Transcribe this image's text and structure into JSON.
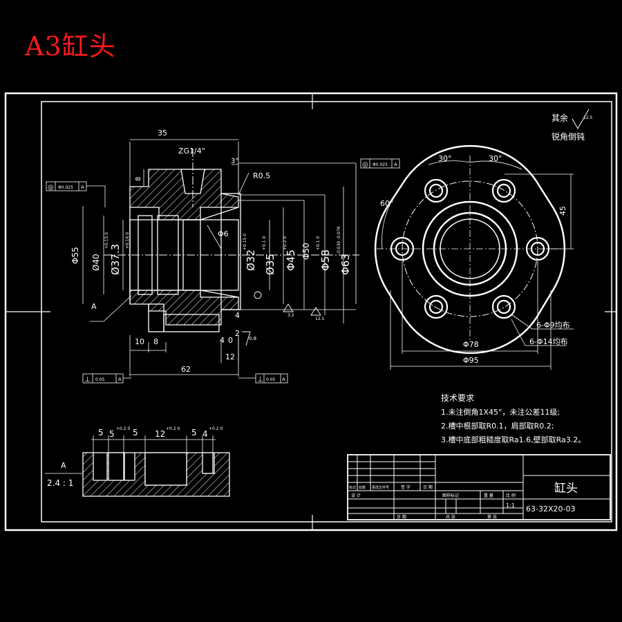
{
  "sheet_title": "A3缸头",
  "surface": {
    "label": "其余",
    "ra": "12.5",
    "note": "锐角倒钝"
  },
  "dimensions": {
    "d35": "35",
    "d8": "8",
    "zg": "ZG1/4\"",
    "ang3": "3°",
    "r05": "R0.5",
    "phi55": "Φ55",
    "phi40": "Ø40",
    "tol40": "+0.15 0",
    "phi37": "Ø37.3",
    "tol37": "+0.16 0",
    "phi6": "Φ6",
    "phi32": "Ø32",
    "tol32": "+0.15 0",
    "phi35": "Ø35",
    "tol35": "+0.1 0",
    "phi45": "Φ45",
    "tol45": "+0.2 0",
    "phi50": "Φ50",
    "phi58": "Φ58",
    "tol58": "+0.1 0",
    "phi63": "Φ63",
    "tol63": "-0.030 -0.076",
    "d10": "10",
    "d8b": "8",
    "d4a": "4",
    "d4b": "4",
    "d0": "0",
    "d2": "2",
    "d12": "12",
    "d62": "62",
    "d4c": "4",
    "ang30a": "30°",
    "ang30b": "30°",
    "ang60": "60°",
    "d45": "45",
    "phi78": "Φ78",
    "phi95": "Φ95",
    "holes1": "6-Φ9均布",
    "holes2": "6-Φ14均布",
    "ra_a": "0.8",
    "ra_b": "3.2",
    "ra_c": "12.5",
    "ra_d": "12.5"
  },
  "datum": {
    "label": "A",
    "scale": "2.4 : 1"
  },
  "tolerance_frames": {
    "t1": {
      "sym": "◎",
      "val": "Φ0.025",
      "ref": "A"
    },
    "t2": {
      "sym": "◎",
      "val": "Φ0.025",
      "ref": "A"
    },
    "t3": {
      "sym": "⊥",
      "val": "0.05",
      "ref": "A"
    },
    "t4": {
      "sym": "⊥",
      "val": "0.05",
      "ref": "A"
    }
  },
  "detail": {
    "d5a": "5",
    "d5b": "5",
    "tolA": "+0.2 0",
    "d5c": "5",
    "d12": "12",
    "tolB": "+0.2 0",
    "d5d": "5",
    "d4": "4",
    "tolC": "+0.2 0"
  },
  "tech": {
    "heading": "技术要求",
    "items": [
      "1.未注倒角1X45°，未注公差11级;",
      "2.槽中根部取R0.1，肩部取R0.2;",
      "3.槽中底部粗糙度取Ra1.6,壁部取Ra3.2。"
    ]
  },
  "title_block": {
    "part_name": "缸头",
    "drawing_no": "63-32X20-03",
    "scale": "1:1",
    "labels": [
      "标记",
      "处数",
      "更改文件号",
      "签 字",
      "日 期",
      "设 计",
      "图样标记",
      "重 量",
      "比 例",
      "日 期",
      "共 张",
      "第 张"
    ]
  }
}
